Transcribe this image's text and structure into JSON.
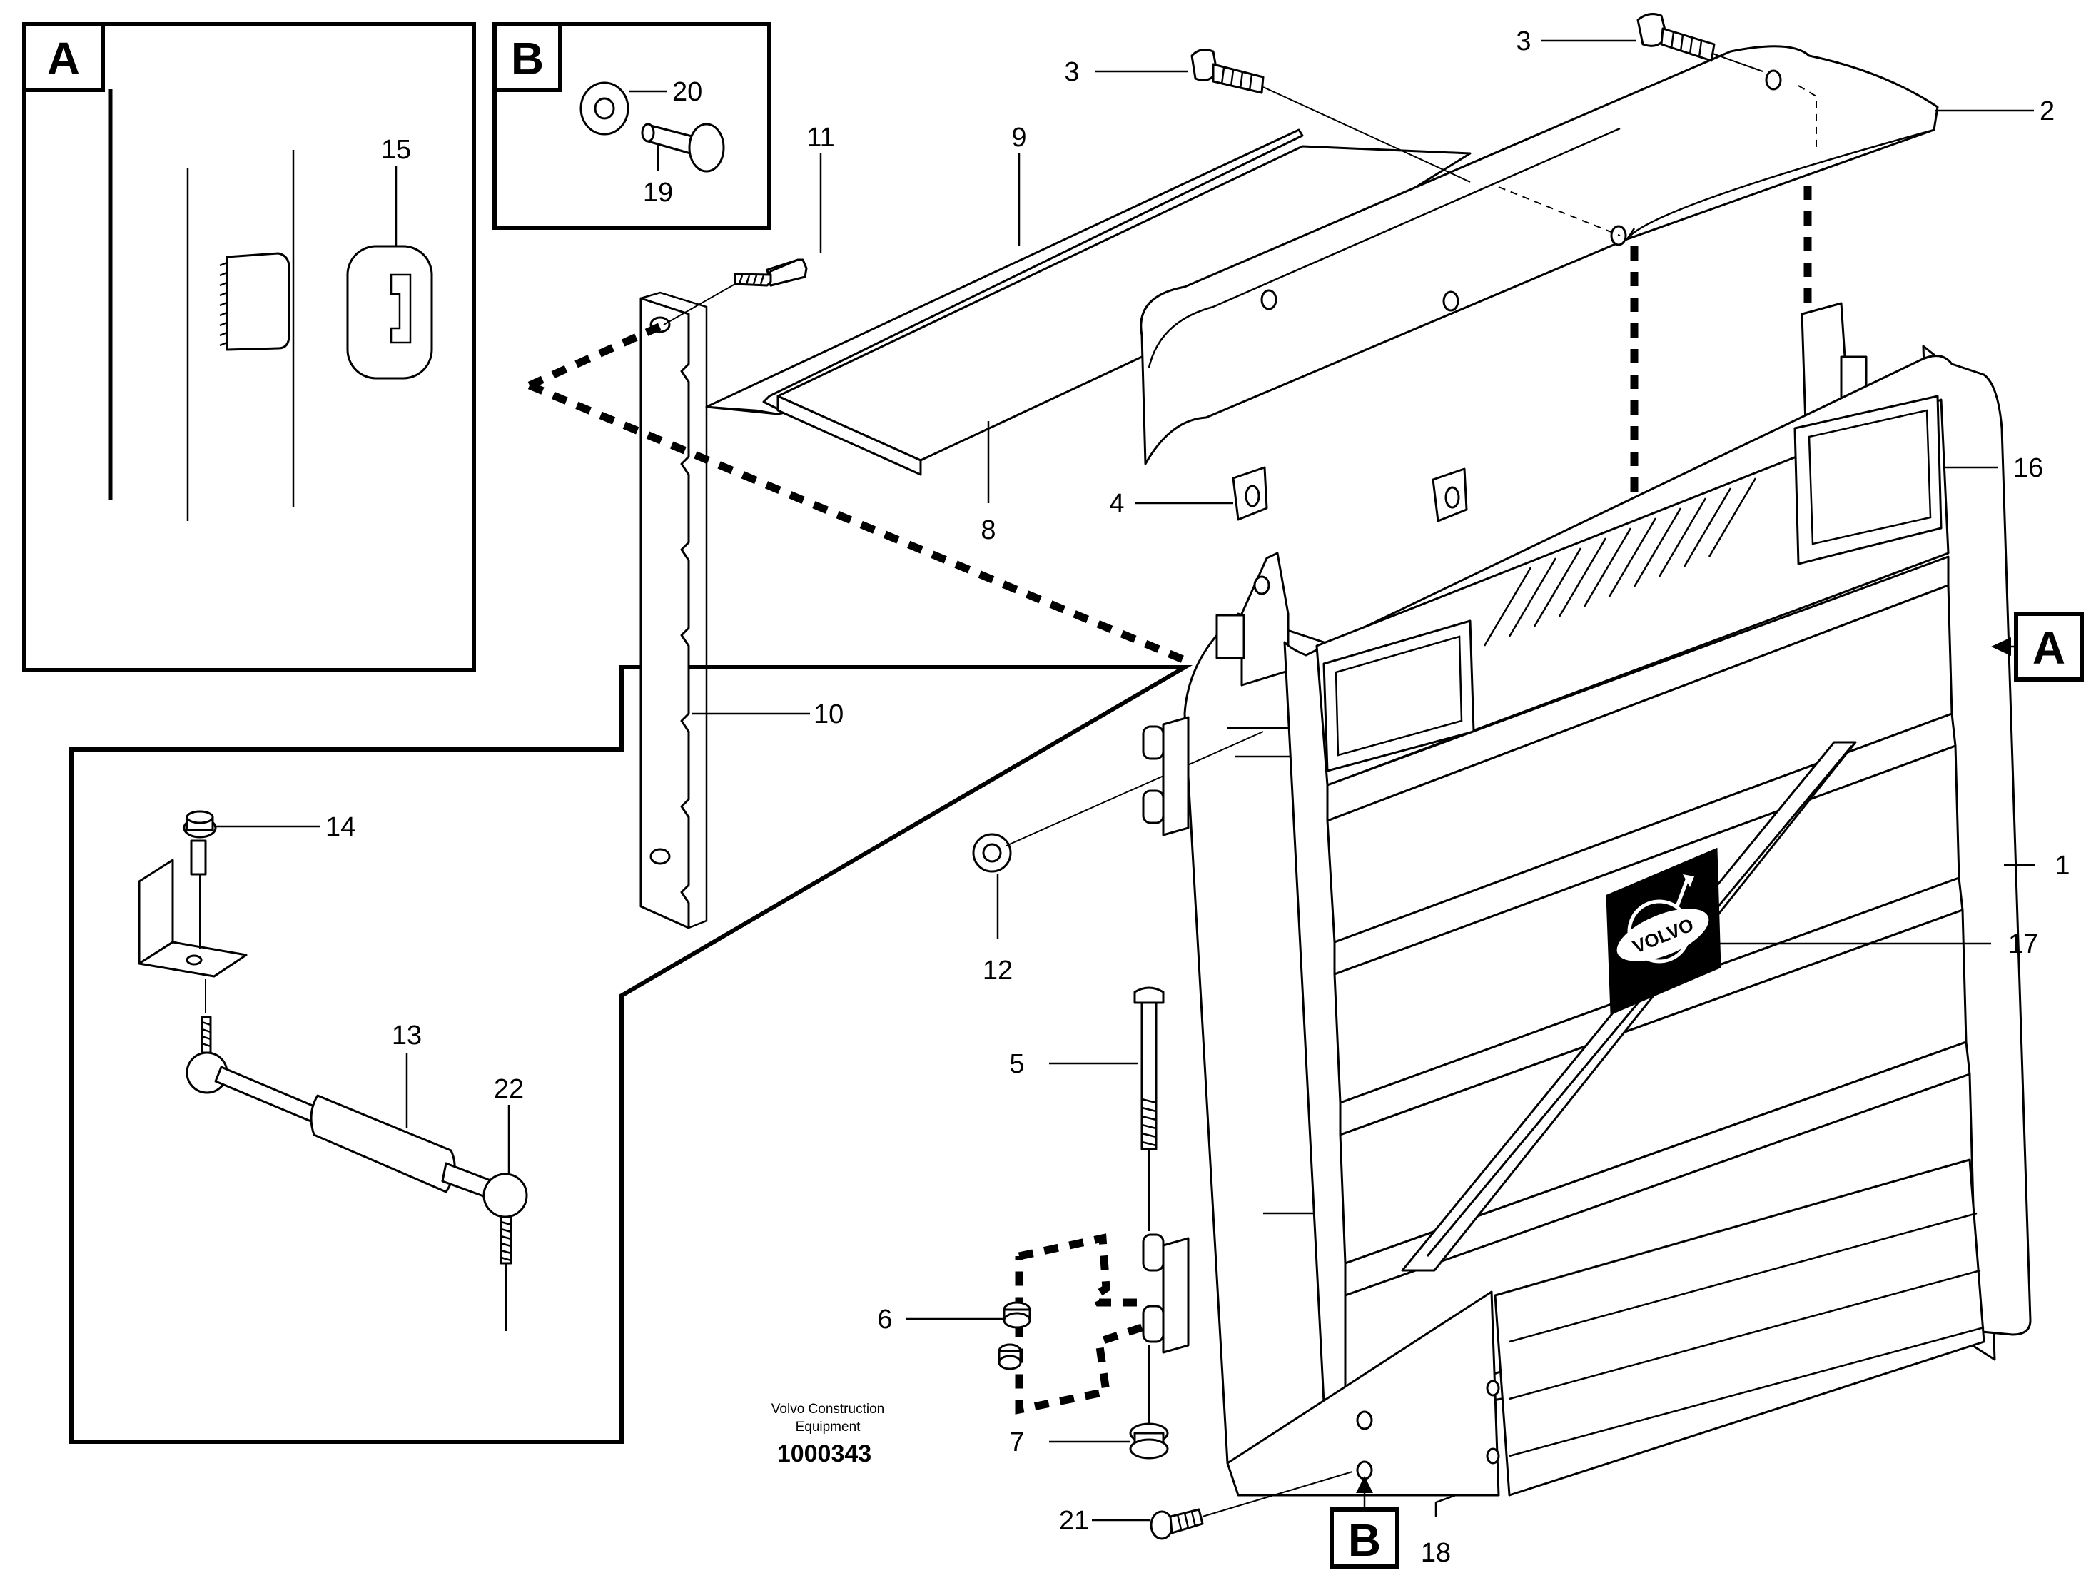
{
  "callouts": {
    "c1": "1",
    "c2": "2",
    "c3a": "3",
    "c3b": "3",
    "c4": "4",
    "c5": "5",
    "c6": "6",
    "c7": "7",
    "c8": "8",
    "c9": "9",
    "c10": "10",
    "c11": "11",
    "c12": "12",
    "c13": "13",
    "c14": "14",
    "c15": "15",
    "c16": "16",
    "c17": "17",
    "c18": "18",
    "c19": "19",
    "c20": "20",
    "c21": "21",
    "c22": "22"
  },
  "detail_labels": {
    "a_box": "A",
    "b_box": "B",
    "a_pointer": "A",
    "b_pointer": "B"
  },
  "logo_text": "VOLVO",
  "credit": {
    "line1": "Volvo Construction",
    "line2": "Equipment",
    "drawing_number": "1000343"
  }
}
